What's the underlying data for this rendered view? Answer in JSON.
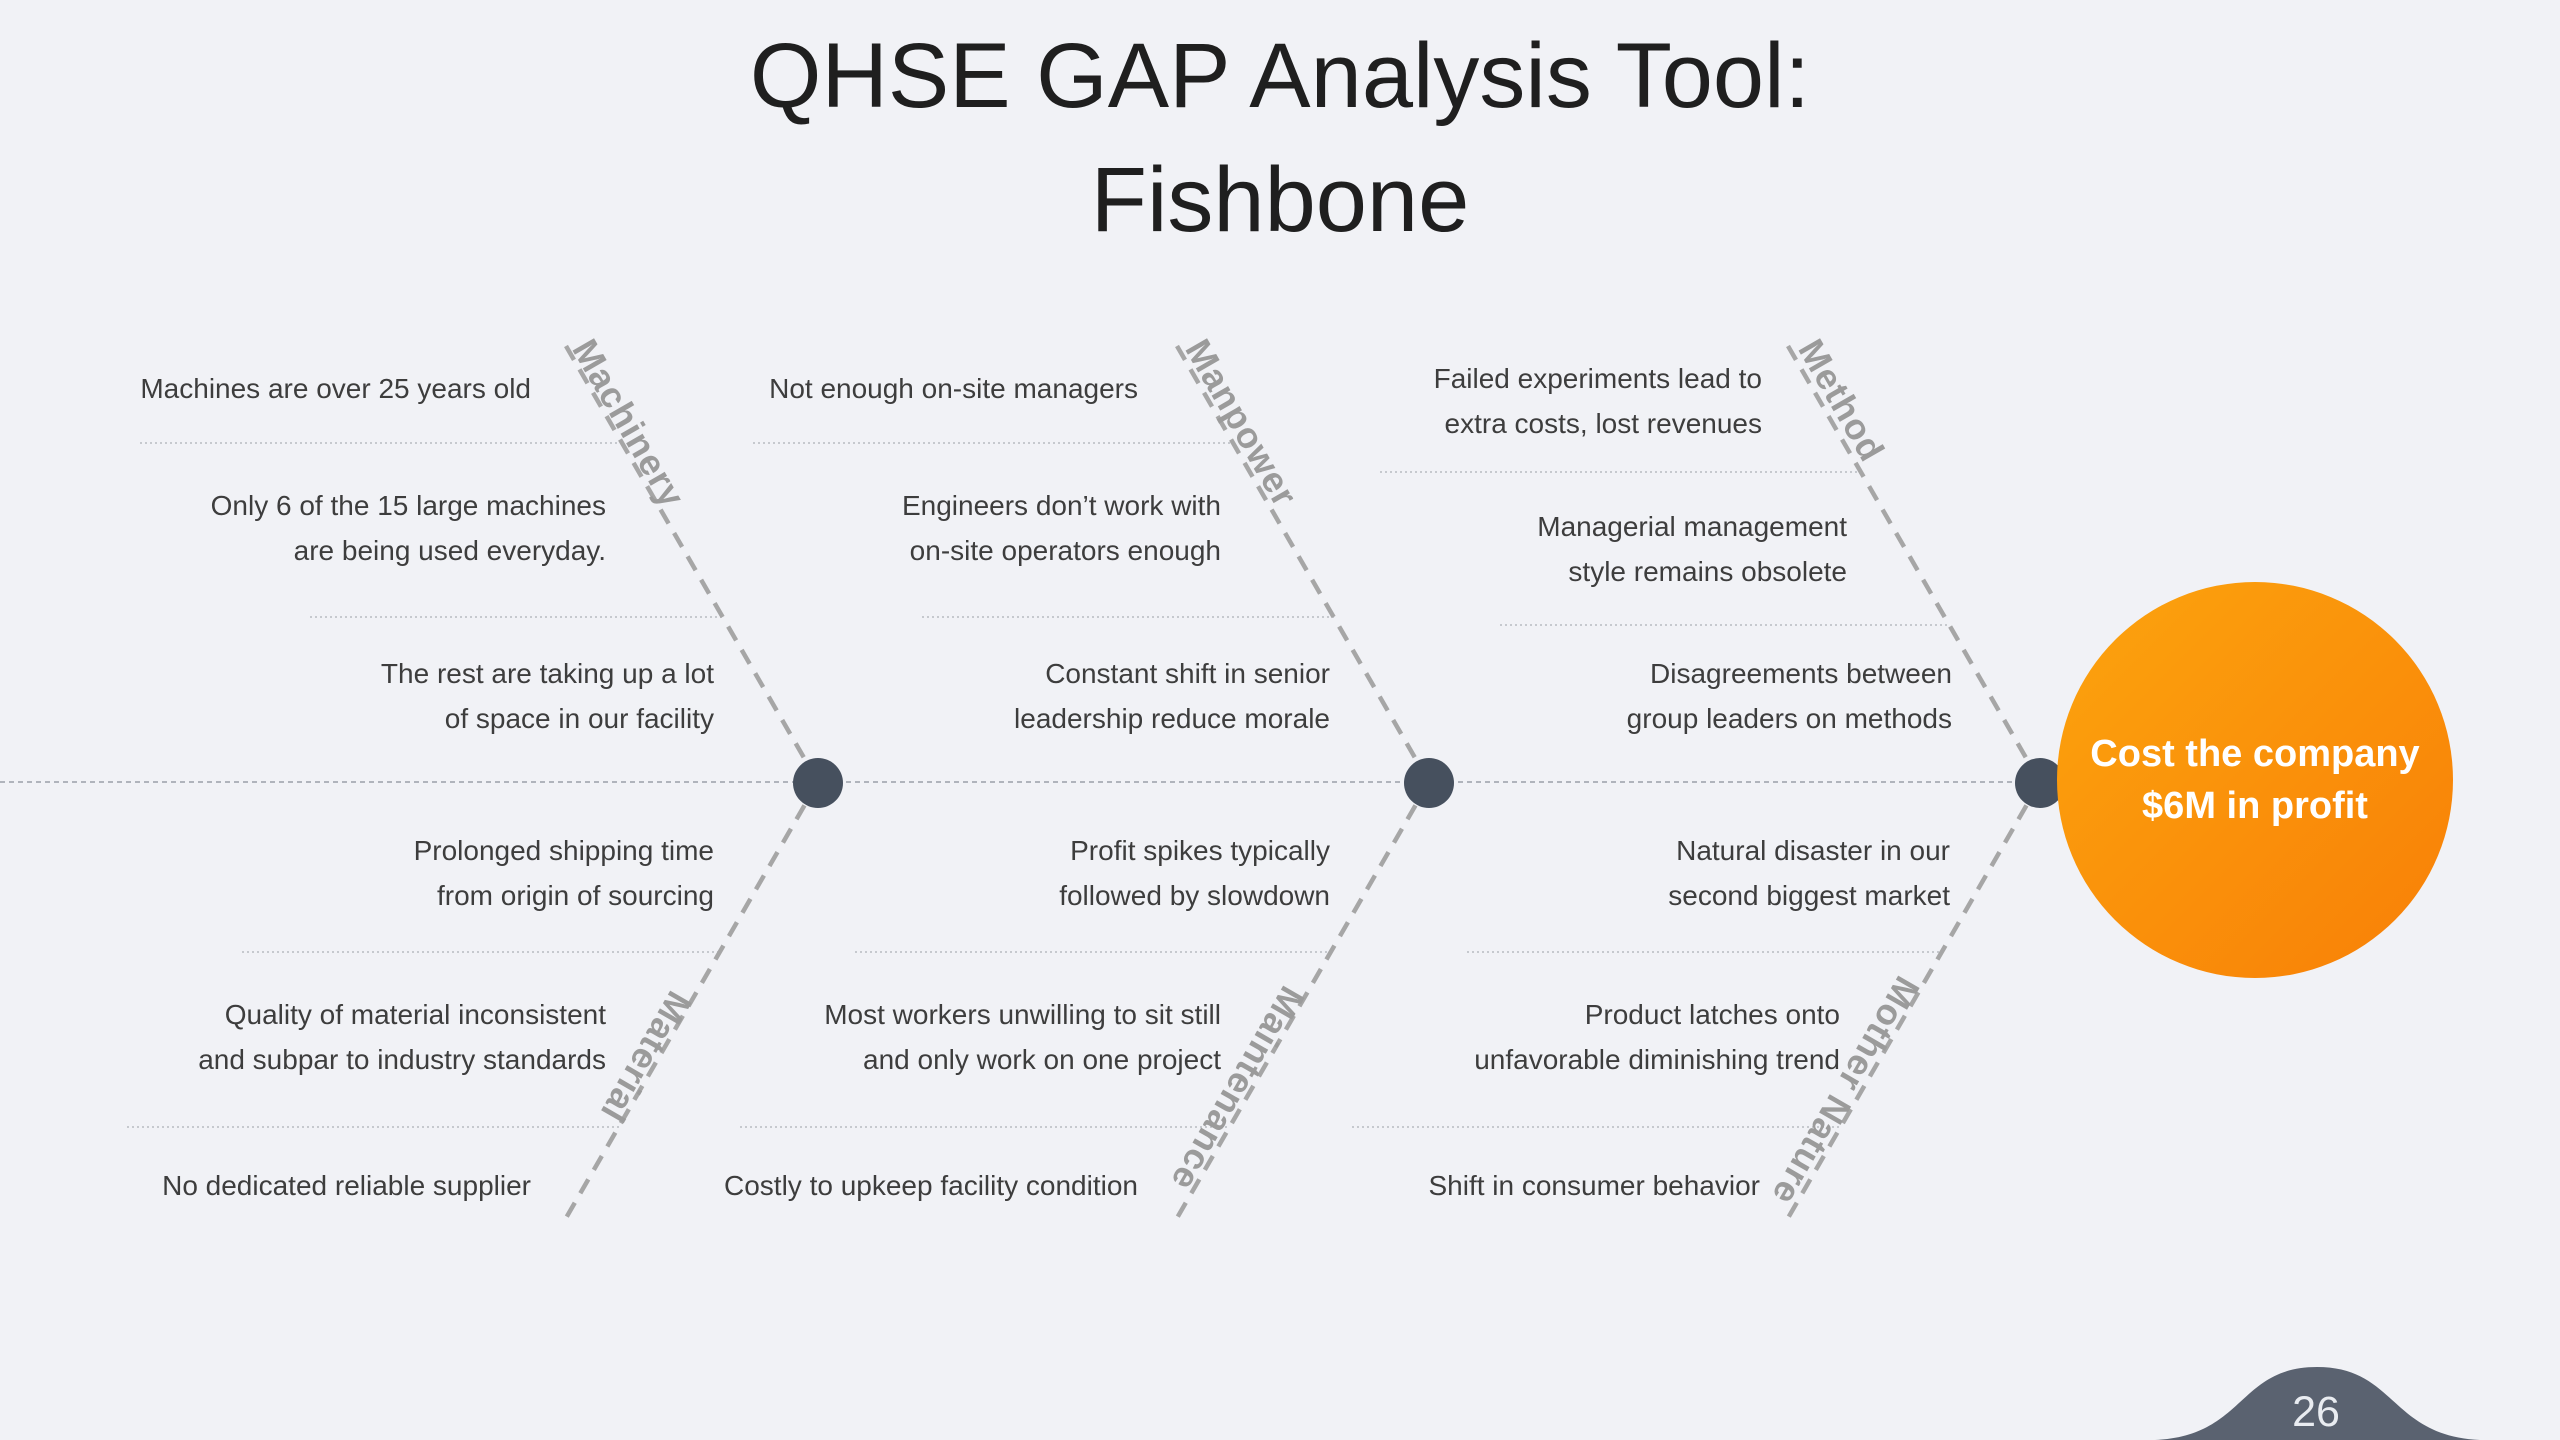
{
  "slide": {
    "title_line1": "QHSE GAP Analysis Tool:",
    "title_line2": "Fishbone",
    "page_number": "26"
  },
  "effect": {
    "line1": "Cost the company",
    "line2": "$6M in profit"
  },
  "sections": [
    {
      "label": "Machinery",
      "position": "top-left",
      "causes": [
        "Machines are over 25 years old",
        "Only 6 of the 15 large machines\nare being used everyday.",
        "The rest are taking up a lot\nof space in our facility"
      ]
    },
    {
      "label": "Manpower",
      "position": "top-middle",
      "causes": [
        "Not enough on-site managers",
        "Engineers don’t work with\non-site operators enough",
        "Constant shift in senior\nleadership reduce morale"
      ]
    },
    {
      "label": "Method",
      "position": "top-right",
      "causes": [
        "Failed experiments lead to\nextra costs, lost revenues",
        "Managerial management\nstyle remains obsolete",
        "Disagreements between\ngroup leaders on methods"
      ]
    },
    {
      "label": "Material",
      "position": "bottom-left",
      "causes": [
        "Prolonged shipping time\nfrom origin of sourcing",
        "Quality of material inconsistent\nand subpar to industry standards",
        "No dedicated reliable supplier"
      ]
    },
    {
      "label": "Maintenance",
      "position": "bottom-middle",
      "causes": [
        "Profit spikes typically\nfollowed by slowdown",
        "Most workers unwilling to sit still\nand only work on one project",
        "Costly to upkeep facility condition"
      ]
    },
    {
      "label": "Mother Nature",
      "position": "bottom-right",
      "causes": [
        "Natural disaster in our\nsecond biggest market",
        "Product latches onto\nunfavorable diminishing trend",
        "Shift in consumer behavior"
      ]
    }
  ],
  "colors": {
    "background": "#f1f2f6",
    "effect_gradient_start": "#fca40e",
    "effect_gradient_end": "#f87f07",
    "junction_node": "#46505e",
    "bone_line": "#a6a6a6",
    "spine_line": "#9aa0a8",
    "separator_line": "#b8bbc1",
    "category_label": "#9b9b9b",
    "cause_text": "#3d3d3d",
    "title_text": "#1f1f1f",
    "wave_shape": "#5a6270",
    "page_number_text": "#e9ecf1"
  }
}
